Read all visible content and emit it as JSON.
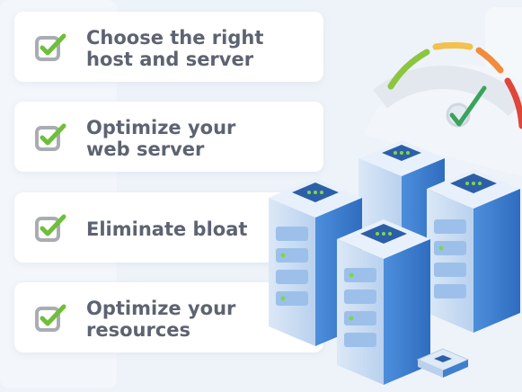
{
  "checklist": {
    "items": [
      {
        "label": "Choose the right\nhost and server",
        "checked": true
      },
      {
        "label": "Optimize your\nweb server",
        "checked": true
      },
      {
        "label": "Eliminate bloat",
        "checked": true
      },
      {
        "label": "Optimize your\nresources",
        "checked": true
      }
    ]
  },
  "colors": {
    "text": "#5d6371",
    "check_green": "#6fbf3a",
    "box_gray": "#a9adb3",
    "server_blue": "#3f7fd0",
    "server_light": "#cfe0f4",
    "led_green": "#7bd84a"
  },
  "icons": {
    "checkbox": "checkbox-checked-icon",
    "gauge": "speedometer-icon",
    "servers": "server-rack-icon"
  }
}
